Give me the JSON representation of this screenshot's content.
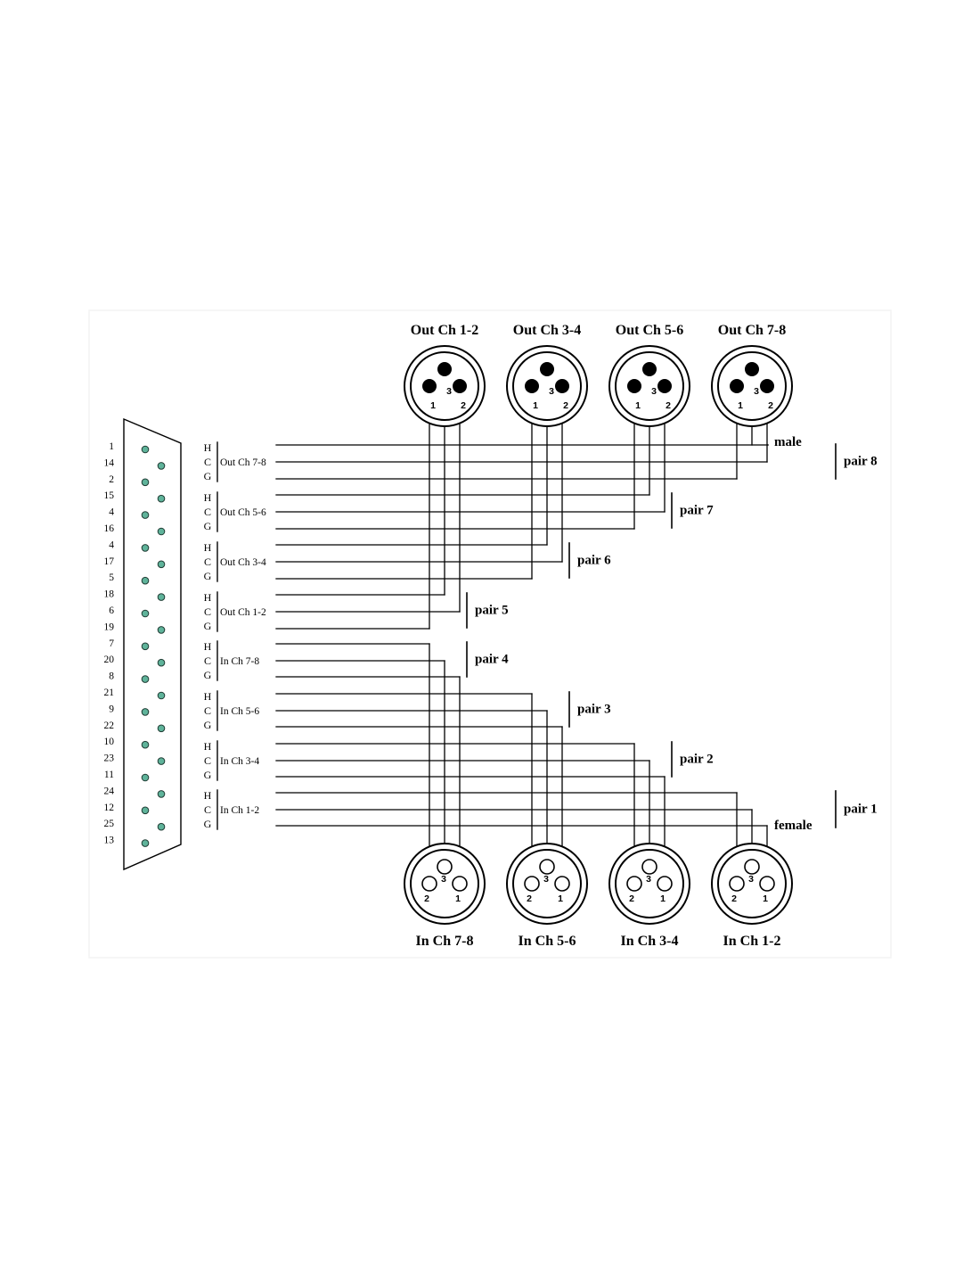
{
  "db25": {
    "pins": [
      "1",
      "14",
      "2",
      "15",
      "4",
      "16",
      "4",
      "17",
      "5",
      "18",
      "6",
      "19",
      "7",
      "20",
      "8",
      "21",
      "9",
      "22",
      "10",
      "23",
      "11",
      "24",
      "12",
      "25",
      "13"
    ]
  },
  "groups": [
    {
      "label": "Out Ch 7-8",
      "hcg": [
        "H",
        "C",
        "G"
      ]
    },
    {
      "label": "Out Ch 5-6",
      "hcg": [
        "H",
        "C",
        "G"
      ]
    },
    {
      "label": "Out Ch 3-4",
      "hcg": [
        "H",
        "C",
        "G"
      ]
    },
    {
      "label": "Out Ch 1-2",
      "hcg": [
        "H",
        "C",
        "G"
      ]
    },
    {
      "label": "In Ch 7-8",
      "hcg": [
        "H",
        "C",
        "G"
      ]
    },
    {
      "label": "In Ch 5-6",
      "hcg": [
        "H",
        "C",
        "G"
      ]
    },
    {
      "label": "In Ch 3-4",
      "hcg": [
        "H",
        "C",
        "G"
      ]
    },
    {
      "label": "In Ch 1-2",
      "hcg": [
        "H",
        "C",
        "G"
      ]
    }
  ],
  "male_connectors": [
    {
      "label": "Out Ch 1-2",
      "pins": [
        "1",
        "3",
        "2"
      ]
    },
    {
      "label": "Out Ch 3-4",
      "pins": [
        "1",
        "3",
        "2"
      ]
    },
    {
      "label": "Out Ch 5-6",
      "pins": [
        "1",
        "3",
        "2"
      ]
    },
    {
      "label": "Out Ch 7-8",
      "pins": [
        "1",
        "3",
        "2"
      ]
    }
  ],
  "female_connectors": [
    {
      "label": "In Ch 7-8",
      "pins": [
        "2",
        "3",
        "1"
      ]
    },
    {
      "label": "In Ch 5-6",
      "pins": [
        "2",
        "3",
        "1"
      ]
    },
    {
      "label": "In Ch 3-4",
      "pins": [
        "2",
        "3",
        "1"
      ]
    },
    {
      "label": "In Ch 1-2",
      "pins": [
        "2",
        "3",
        "1"
      ]
    }
  ],
  "pairs": [
    "pair 8",
    "pair 7",
    "pair 6",
    "pair 5",
    "pair 4",
    "pair 3",
    "pair 2",
    "pair 1"
  ],
  "labels": {
    "male": "male",
    "female": "female"
  },
  "colors": {
    "line": "#000000",
    "pin_fill": "#5fb39a",
    "pin_stroke": "#1f3b33",
    "frame": "#f3f3f3"
  }
}
